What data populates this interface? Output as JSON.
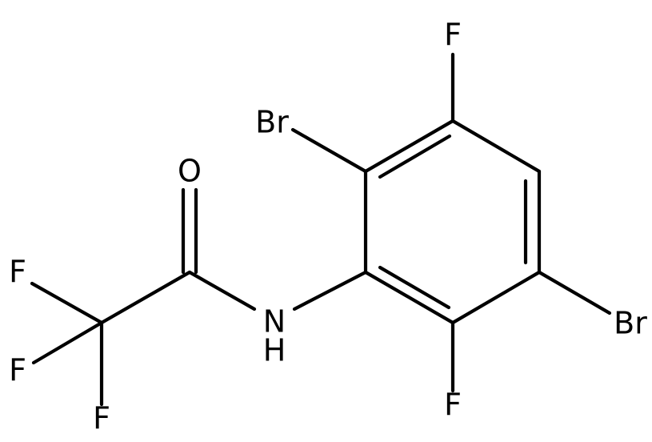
{
  "molecule": {
    "labels": {
      "o": "O",
      "nh_n": "N",
      "nh_h": "H",
      "f_cf3_top": "F",
      "f_cf3_mid": "F",
      "f_cf3_bottom": "F",
      "br_ortho": "Br",
      "f_meta_top": "F",
      "br_meta": "Br",
      "f_ortho_bottom": "F"
    },
    "colors": {
      "bond": "#000000",
      "text": "#000000",
      "background": "#ffffff"
    }
  }
}
